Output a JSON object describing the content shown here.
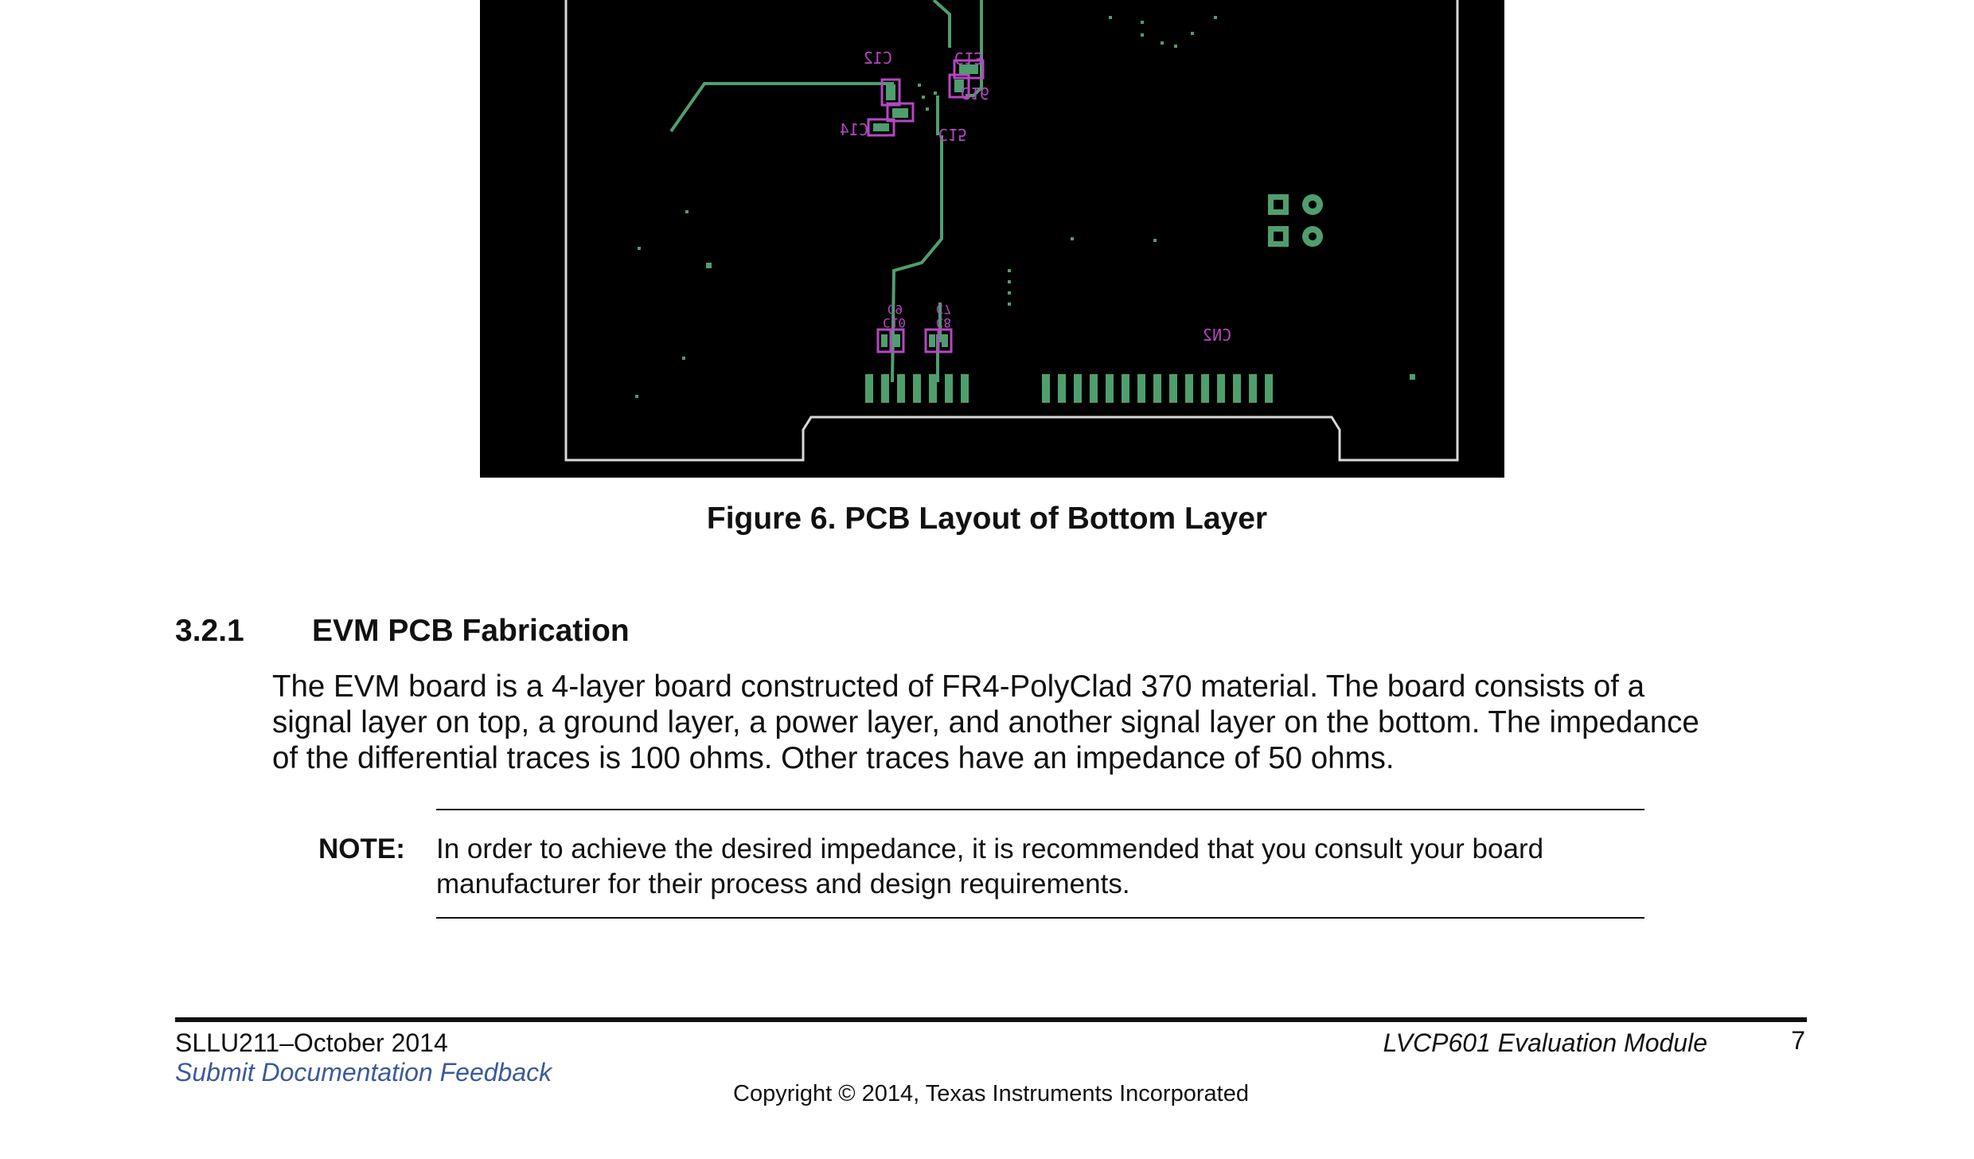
{
  "figure": {
    "caption": "Figure 6. PCB Layout of Bottom Layer",
    "silkscreen_labels": {
      "c13": "C13",
      "c12": "C12",
      "c16": "C16",
      "c14": "C14",
      "c15": "C15",
      "c9": "C9",
      "c10": "C10",
      "c7": "C7",
      "c8": "C8",
      "cn2": "CN2"
    },
    "colors": {
      "background": "#000000",
      "outline": "#d8d8d8",
      "copper": "#4f9e6e",
      "silkscreen": "#b547c2"
    }
  },
  "section": {
    "number": "3.2.1",
    "title": "EVM PCB Fabrication",
    "body_lines": [
      "The EVM board is a 4-layer board constructed of FR4-PolyClad 370 material. The board consists of a",
      "signal layer on top, a ground layer, a power layer, and another signal layer on the bottom. The impedance",
      "of the differential traces is 100 ohms. Other traces have an impedance of 50 ohms."
    ]
  },
  "note": {
    "label": "NOTE:",
    "lines": [
      "In order to achieve the desired impedance, it is recommended that you consult your board",
      "manufacturer for their process and design requirements."
    ]
  },
  "footer": {
    "doc_id": "SLLU211–October 2014",
    "feedback_link": "Submit Documentation Feedback",
    "doc_title": "LVCP601 Evaluation Module",
    "page_number": "7",
    "copyright": "Copyright © 2014, Texas Instruments Incorporated",
    "link_color": "#3a5a9c"
  }
}
